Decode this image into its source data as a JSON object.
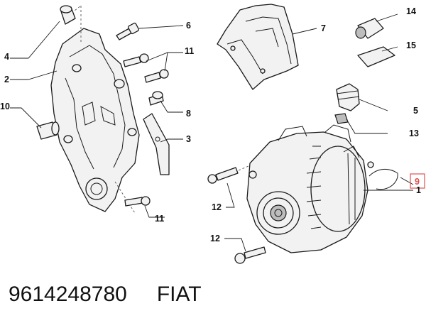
{
  "callouts": {
    "c1": "1",
    "c2": "2",
    "c3": "3",
    "c4": "4",
    "c5": "5",
    "c6": "6",
    "c7": "7",
    "c8": "8",
    "c9": "9",
    "c10": "10",
    "c11a": "11",
    "c11b": "11",
    "c12a": "12",
    "c12b": "12",
    "c13": "13",
    "c14": "14",
    "c15": "15"
  },
  "footer": {
    "part_number": "9614248780",
    "brand": "FIAT"
  },
  "colors": {
    "highlight": "#e05050",
    "ink": "#1a1a1a"
  }
}
